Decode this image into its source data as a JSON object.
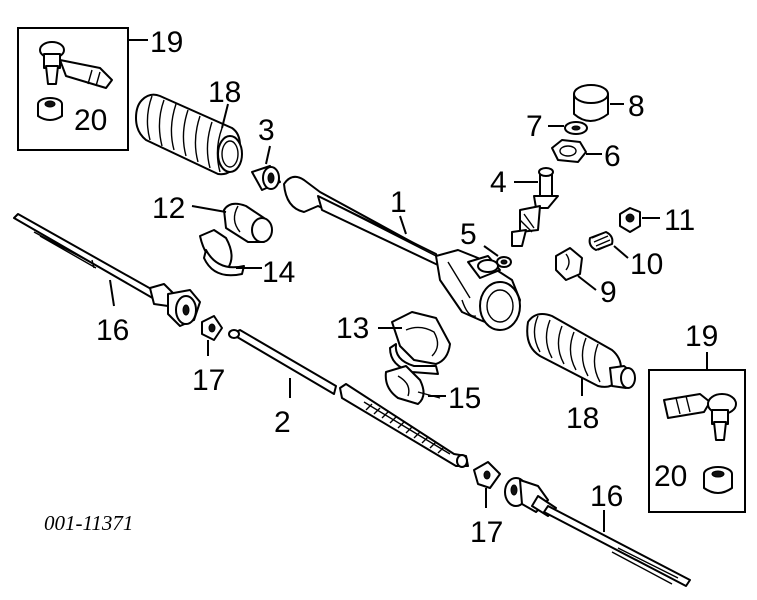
{
  "diagram": {
    "catalog_number": "001-11371",
    "callouts": {
      "c1": "1",
      "c2": "2",
      "c3": "3",
      "c4": "4",
      "c5": "5",
      "c6": "6",
      "c7": "7",
      "c8": "8",
      "c9": "9",
      "c10": "10",
      "c11": "11",
      "c12": "12",
      "c13": "13",
      "c14": "14",
      "c15": "15",
      "c16_left": "16",
      "c16_right": "16",
      "c17_left": "17",
      "c17_right": "17",
      "c18_left": "18",
      "c18_right": "18",
      "c19_left": "19",
      "c19_right": "19",
      "c20_left": "20",
      "c20_right": "20"
    }
  }
}
